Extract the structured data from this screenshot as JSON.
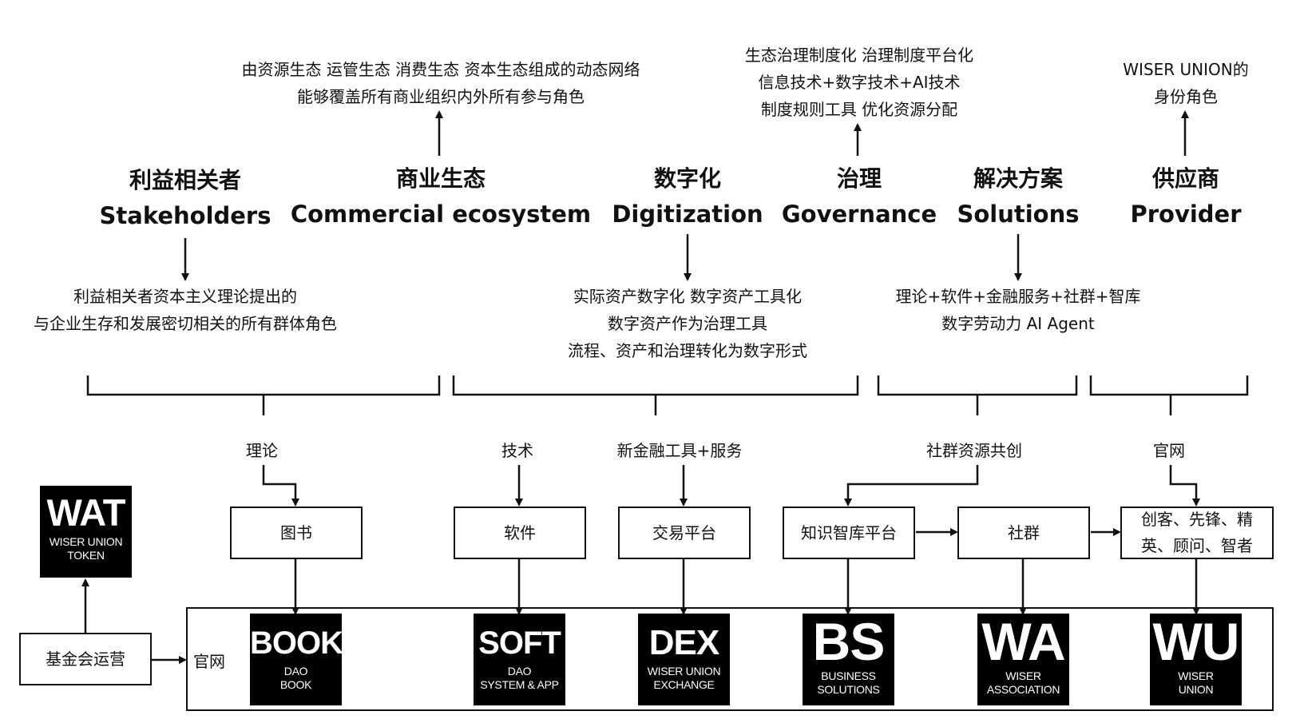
{
  "headers": [
    {
      "cn": "利益相关者",
      "en": "Stakeholders"
    },
    {
      "cn": "商业生态",
      "en": "Commercial ecosystem"
    },
    {
      "cn": "数字化",
      "en": "Digitization"
    },
    {
      "cn": "治理",
      "en": "Governance"
    },
    {
      "cn": "解决方案",
      "en": "Solutions"
    },
    {
      "cn": "供应商",
      "en": "Provider"
    }
  ],
  "descriptions": {
    "commercial": [
      "由资源生态 运管生态 消费生态 资本生态组成的动态网络",
      "能够覆盖所有商业组织内外所有参与角色"
    ],
    "governance": [
      "生态治理制度化 治理制度平台化",
      "信息技术+数字技术+AI技术",
      "制度规则工具 优化资源分配"
    ],
    "provider": [
      "WISER UNION的",
      "身份角色"
    ],
    "stakeholders": [
      "利益相关者资本主义理论提出的",
      "与企业生存和发展密切相关的所有群体角色"
    ],
    "digitization": [
      "实际资产数字化 数字资产工具化",
      "数字资产作为治理工具",
      "流程、资产和治理转化为数字形式"
    ],
    "solutions": [
      "理论+软件+金融服务+社群+智库",
      "数字劳动力 AI Agent"
    ]
  },
  "labels": {
    "theory": "理论",
    "tech": "技术",
    "finance": "新金融工具+服务",
    "community_share": "社群资源共创",
    "website": "官网",
    "website2": "官网"
  },
  "boxes": {
    "books": "图书",
    "software": "软件",
    "trading": "交易平台",
    "think_tank": "知识智库平台",
    "community": "社群",
    "roles": [
      "创客、先锋、精",
      "英、顾问、智者"
    ],
    "foundation": "基金会运营"
  },
  "tiles": {
    "wat": {
      "big": "WAT",
      "small": [
        "WISER UNION",
        "TOKEN"
      ]
    },
    "book": {
      "big": "BOOK",
      "small": [
        "DAO",
        "BOOK"
      ]
    },
    "soft": {
      "big": "SOFT",
      "small": [
        "DAO",
        "SYSTEM & APP"
      ]
    },
    "dex": {
      "big": "DEX",
      "small": [
        "WISER UNION",
        "EXCHANGE"
      ]
    },
    "bs": {
      "big": "BS",
      "small": [
        "BUSINESS",
        "SOLUTIONS"
      ]
    },
    "wa": {
      "big": "WA",
      "small": [
        "WISER",
        "ASSOCIATION"
      ]
    },
    "wu": {
      "big": "WU",
      "small": [
        "WISER",
        "UNION"
      ]
    }
  },
  "colors": {
    "ink": "#111111",
    "tile": "#000000",
    "tile_text": "#ffffff",
    "background": "#ffffff"
  }
}
